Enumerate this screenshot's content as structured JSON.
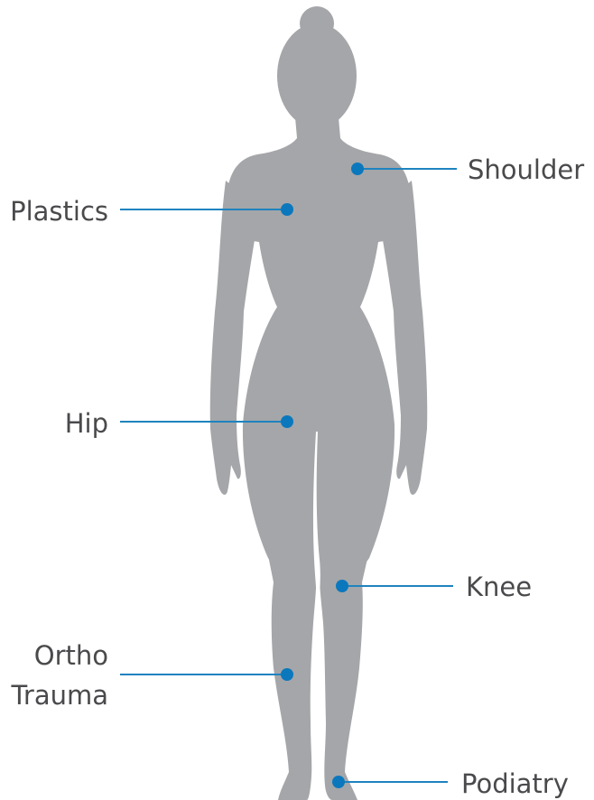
{
  "colors": {
    "silhouette": "#a5a6a9",
    "marker": "#0b78bd",
    "line": "#1f83bf",
    "label_text": "#4a4a4d",
    "background": "#ffffff"
  },
  "labels": {
    "shoulder": "Shoulder",
    "plastics": "Plastics",
    "hip": "Hip",
    "knee": "Knee",
    "ortho_line1": "Ortho",
    "ortho_line2": "Trauma",
    "podiatry": "Podiatry"
  }
}
